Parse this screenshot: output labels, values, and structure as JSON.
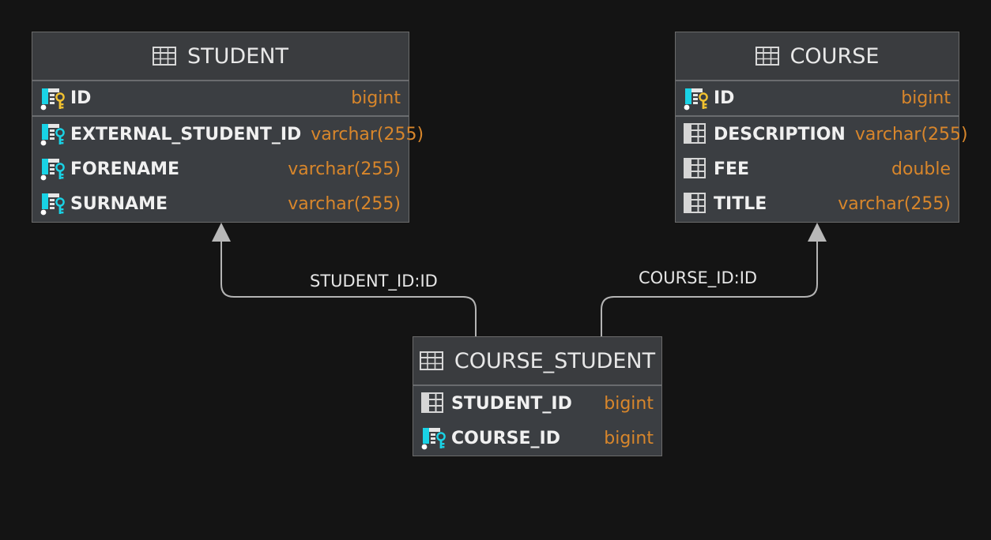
{
  "relationships": [
    {
      "label": "STUDENT_ID:ID",
      "from": "COURSE_STUDENT",
      "to": "STUDENT"
    },
    {
      "label": "COURSE_ID:ID",
      "from": "COURSE_STUDENT",
      "to": "COURSE"
    }
  ],
  "entities": {
    "student": {
      "name": "STUDENT",
      "columns": [
        {
          "name": "ID",
          "type": "bigint",
          "icon": "primary-key-icon"
        },
        {
          "name": "EXTERNAL_STUDENT_ID",
          "type": "varchar(255)",
          "icon": "key-column-icon"
        },
        {
          "name": "FORENAME",
          "type": "varchar(255)",
          "icon": "key-column-icon"
        },
        {
          "name": "SURNAME",
          "type": "varchar(255)",
          "icon": "key-column-icon"
        }
      ]
    },
    "course": {
      "name": "COURSE",
      "columns": [
        {
          "name": "ID",
          "type": "bigint",
          "icon": "primary-key-icon"
        },
        {
          "name": "DESCRIPTION",
          "type": "varchar(255)",
          "icon": "column-icon"
        },
        {
          "name": "FEE",
          "type": "double",
          "icon": "column-icon"
        },
        {
          "name": "TITLE",
          "type": "varchar(255)",
          "icon": "column-icon"
        }
      ]
    },
    "course_student": {
      "name": "COURSE_STUDENT",
      "columns": [
        {
          "name": "STUDENT_ID",
          "type": "bigint",
          "icon": "column-icon"
        },
        {
          "name": "COURSE_ID",
          "type": "bigint",
          "icon": "key-column-icon"
        }
      ]
    }
  },
  "colors": {
    "background": "#141414",
    "table_body": "#3b3e42",
    "column_name": "#f0f0f0",
    "column_type": "#d8862b",
    "connector": "#b4b4b4",
    "key_cyan": "#19d3e6",
    "key_gold": "#f2c230"
  }
}
